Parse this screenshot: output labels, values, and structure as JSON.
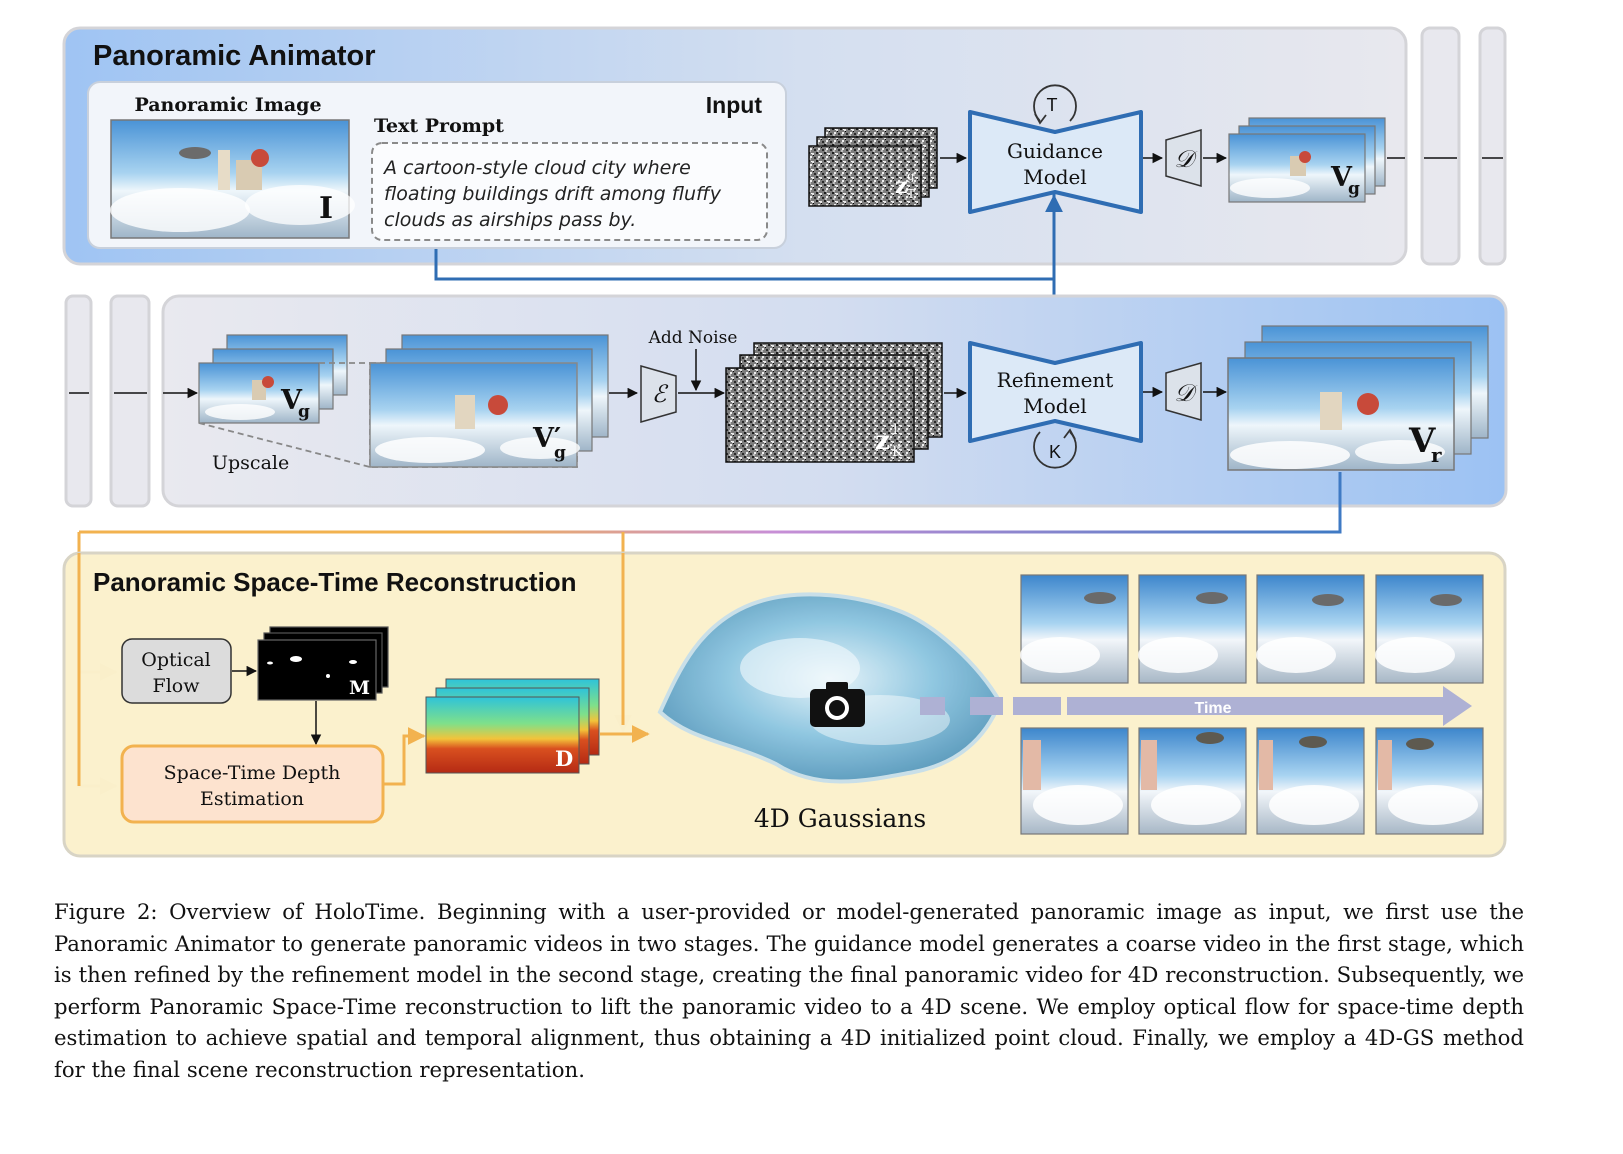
{
  "animator": {
    "title": "Panoramic Animator",
    "input": {
      "label": "Input",
      "image_label": "Panoramic Image",
      "image_symbol": "I",
      "prompt_label": "Text Prompt",
      "prompt_lines": [
        "A cartoon-style cloud city where",
        "floating buildings drift among fluffy",
        "clouds as airships pass by."
      ]
    },
    "guidance": {
      "latent_symbol": "z",
      "latent_sup": "g",
      "latent_sub": "T",
      "model_line1": "Guidance",
      "model_line2": "Model",
      "loop_label": "T",
      "decoder_symbol": "𝒟",
      "output_symbol": "V",
      "output_sub": "g"
    },
    "refinement": {
      "input_symbol": "V",
      "input_sub": "g",
      "upscaled_symbol": "V′",
      "upscaled_sub": "g",
      "upscale_label": "Upscale",
      "encoder_symbol": "ℰ",
      "noise_label": "Add Noise",
      "latent_symbol": "z",
      "latent_sup": "l",
      "latent_sub": "K",
      "model_line1": "Refinement",
      "model_line2": "Model",
      "loop_label": "K",
      "decoder_symbol": "𝒟",
      "output_symbol": "V",
      "output_sub": "r"
    }
  },
  "reconstruction": {
    "title": "Panoramic Space-Time Reconstruction",
    "flow_line1": "Optical",
    "flow_line2": "Flow",
    "mask_symbol": "M",
    "depth_line1": "Space-Time Depth",
    "depth_line2": "Estimation",
    "depth_symbol": "D",
    "gaussians_label": "4D Gaussians",
    "time_label": "Time"
  },
  "caption": "Figure 2: Overview of HoloTime. Beginning with a user-provided or model-generated panoramic image as input, we first use the Panoramic Animator to generate panoramic videos in two stages. The guidance model generates a coarse video in the first stage, which is then refined by the refinement model in the second stage, creating the final panoramic video for 4D reconstruction. Subsequently, we perform Panoramic Space-Time reconstruction to lift the panoramic video to a 4D scene. We employ optical flow for space-time depth estimation to achieve spatial and temporal alignment, thus obtaining a 4D initialized point cloud. Finally, we employ a 4D-GS method for the final scene reconstruction representation.",
  "colors": {
    "blue_arrow": "#2f6db3",
    "orange_arrow": "#f2b24f",
    "panel_blue": "#a9c9f2",
    "panel_yellow": "#fbf1cd"
  }
}
